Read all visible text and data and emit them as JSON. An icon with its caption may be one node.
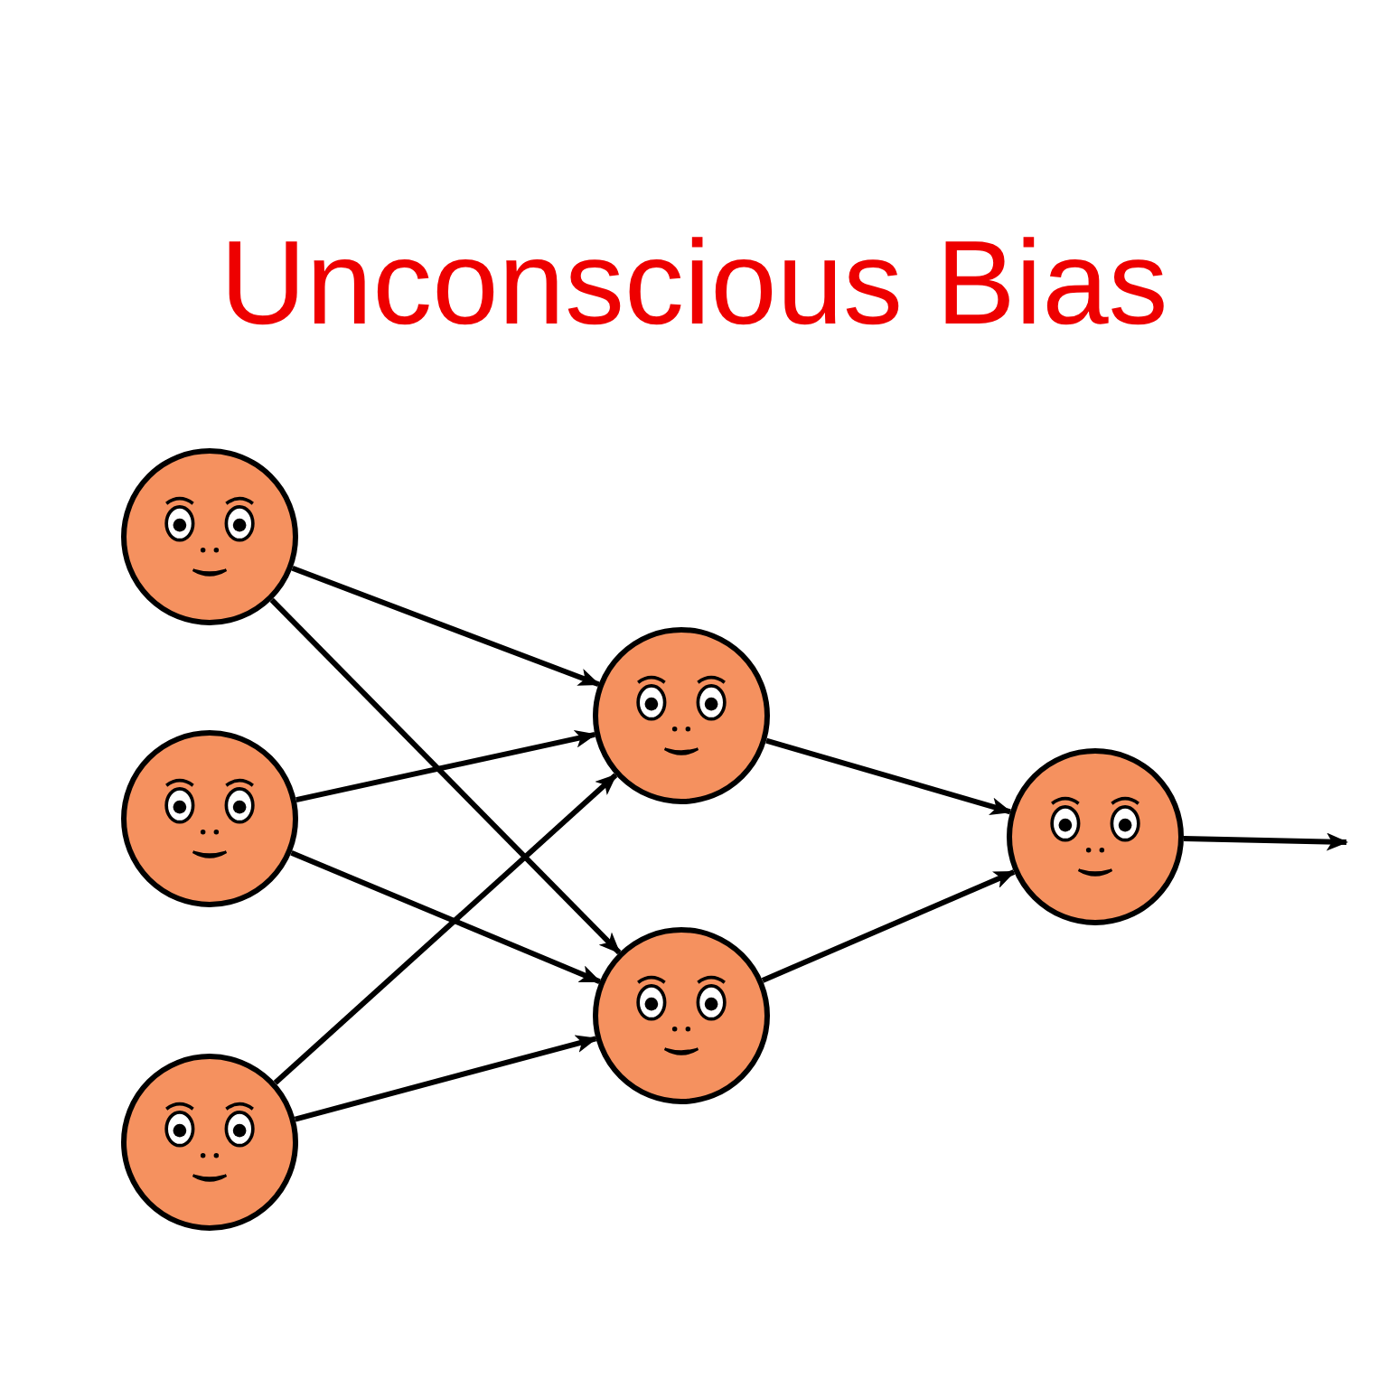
{
  "diagram": {
    "title": "Unconscious Bias",
    "nodes": [
      {
        "text": [],
        "shape": "circle"
      },
      {
        "text": [],
        "shape": "circle"
      },
      {
        "text": [],
        "shape": "circle"
      },
      {
        "text": [],
        "shape": "circle"
      },
      {
        "text": [],
        "shape": "circle"
      },
      {
        "text": [],
        "shape": "circle"
      }
    ],
    "edges": [
      {
        "from": 0,
        "to": 3,
        "arrow": "to"
      },
      {
        "from": 0,
        "to": 4,
        "arrow": "to"
      },
      {
        "from": 1,
        "to": 3,
        "arrow": "to"
      },
      {
        "from": 1,
        "to": 4,
        "arrow": "to"
      },
      {
        "from": 2,
        "to": 3,
        "arrow": "to"
      },
      {
        "from": 2,
        "to": 4,
        "arrow": "to"
      },
      {
        "from": 3,
        "to": 5,
        "arrow": "to"
      },
      {
        "from": 4,
        "to": 5,
        "arrow": "to"
      },
      {
        "from": 5,
        "to": null,
        "arrow": "to"
      }
    ]
  }
}
